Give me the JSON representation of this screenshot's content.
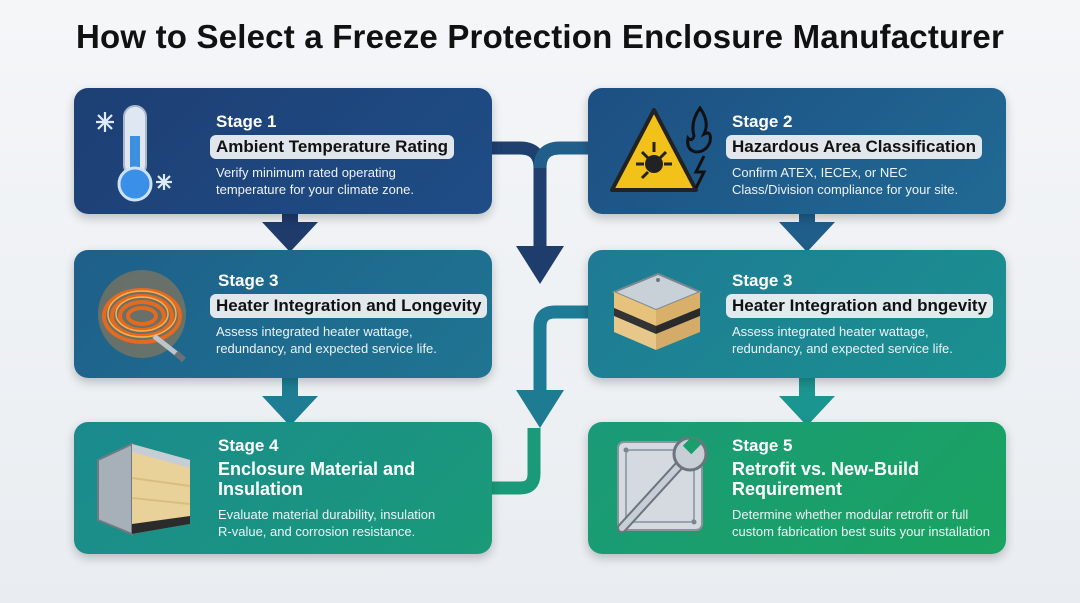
{
  "title": "How to Select a Freeze Protection Enclosure Manufacturer",
  "cards": [
    {
      "stage": "Stage 1",
      "heading": "Ambient Temperature Rating",
      "desc1": "Verify minimum rated operating",
      "desc2": "temperature for your climate zone.",
      "icon": "thermometer-snowflake-icon"
    },
    {
      "stage": "Stage 2",
      "heading": "Hazardous Area Classification",
      "desc1": "Confirm ATEX, IECEx, or NEC",
      "desc2": "Class/Division compliance for your site.",
      "icon": "explosion-hazard-icon"
    },
    {
      "stage": "Stage 3",
      "heading": "Heater Integration and Longevity",
      "desc1": "Assess integrated heater wattage,",
      "desc2": "redundancy, and expected service life.",
      "icon": "heating-cable-coil-icon"
    },
    {
      "stage": "Stage 3",
      "heading": "Heater Integration and bngevity",
      "desc1": "Assess integrated heater wattage,",
      "desc2": "redundancy, and expected service life.",
      "icon": "insulated-panel-icon"
    },
    {
      "stage": "Stage 4",
      "heading1": "Enclosure Material and",
      "heading2": "Insulation",
      "desc1": "Evaluate material durability, insulation",
      "desc2": "R-value, and corrosion resistance.",
      "icon": "insulation-block-icon"
    },
    {
      "stage": "Stage 5",
      "heading1": "Retrofit vs. New-Build",
      "heading2": "Requirement",
      "desc1": "Determine whether modular retrofit or full",
      "desc2": "custom fabrication best suits your installation",
      "icon": "wrench-panel-icon"
    }
  ],
  "colors": {
    "card1": "#1d3f74",
    "card2": "#1f5e8c",
    "card3": "#1f6f8e",
    "card4": "#1b8a91",
    "card5": "#1a9a6e",
    "card6": "#1aa063",
    "arrow_dark": "#1f3b6b",
    "arrow_teal": "#1e7b95",
    "arrow_green": "#1c9a86"
  }
}
